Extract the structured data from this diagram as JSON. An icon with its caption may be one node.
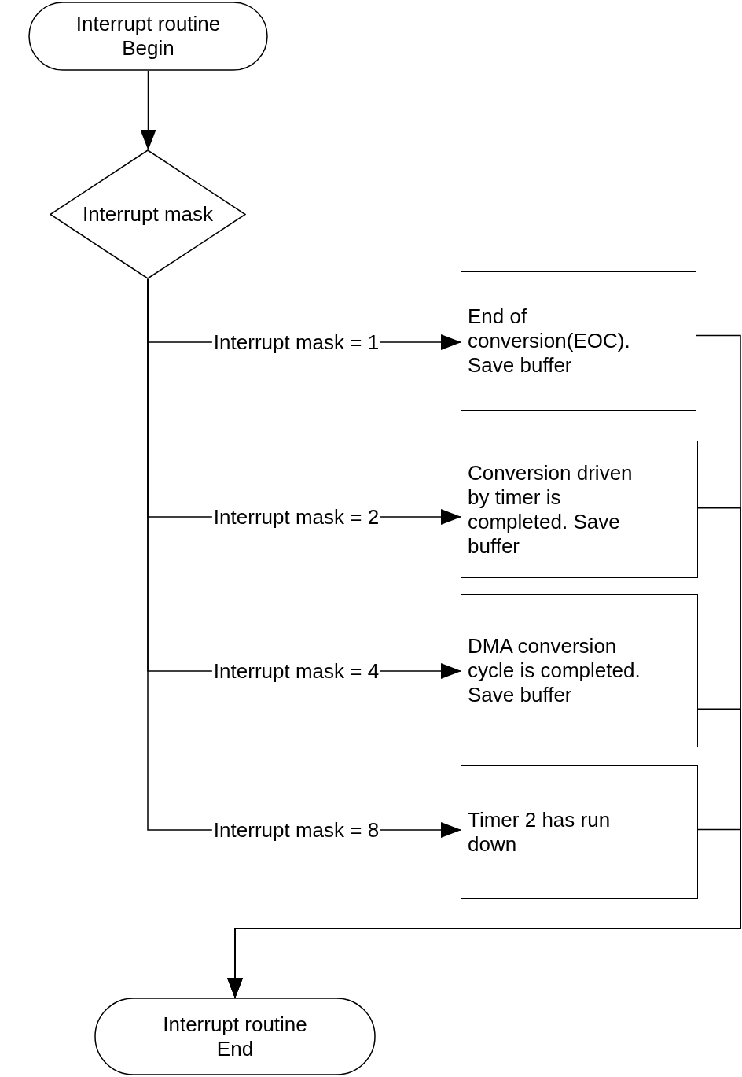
{
  "diagram": {
    "nodes": [
      {
        "text": [
          "Interrupt routine Begin"
        ]
      },
      {
        "text": [
          "Interrupt mask"
        ]
      },
      {
        "text": [
          "End of conversion(EOC). Save buffer"
        ]
      },
      {
        "text": [
          "Conversion driven by timer is completed. Save buffer"
        ]
      },
      {
        "text": [
          "DMA conversion cycle is completed. Save buffer"
        ]
      },
      {
        "text": [
          "Timer 2 has run down"
        ]
      },
      {
        "text": [
          "Interrupt routine End"
        ]
      }
    ],
    "edges": [
      {
        "from": 0,
        "to": 1,
        "arrow": "to"
      },
      {
        "from": 1,
        "to": 2,
        "arrow": "to",
        "label": "Interrupt mask = 1"
      },
      {
        "from": 1,
        "to": 3,
        "arrow": "to",
        "label": "Interrupt mask = 2"
      },
      {
        "from": 1,
        "to": 4,
        "arrow": "to",
        "label": "Interrupt mask = 4"
      },
      {
        "from": 1,
        "to": 5,
        "arrow": "to",
        "label": "Interrupt mask = 8"
      },
      {
        "from": 2,
        "to": 6,
        "arrow": "to"
      },
      {
        "from": 3,
        "to": 6,
        "arrow": "to"
      },
      {
        "from": 4,
        "to": 6,
        "arrow": "to"
      },
      {
        "from": 5,
        "to": 6,
        "arrow": "to"
      }
    ]
  }
}
